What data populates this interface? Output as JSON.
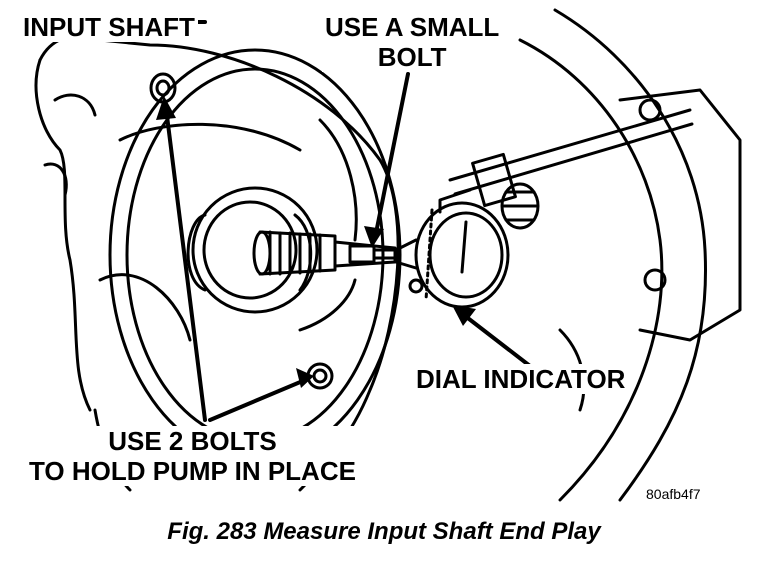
{
  "labels": {
    "input_shaft": "INPUT SHAFT",
    "small_bolt_line1": "USE A SMALL",
    "small_bolt_line2": "BOLT",
    "dial_indicator": "DIAL INDICATOR",
    "use_bolts_line1": "USE 2 BOLTS",
    "use_bolts_line2": "TO HOLD PUMP IN PLACE"
  },
  "image_code": "80afb4f7",
  "caption": "Fig. 283 Measure Input Shaft End Play"
}
